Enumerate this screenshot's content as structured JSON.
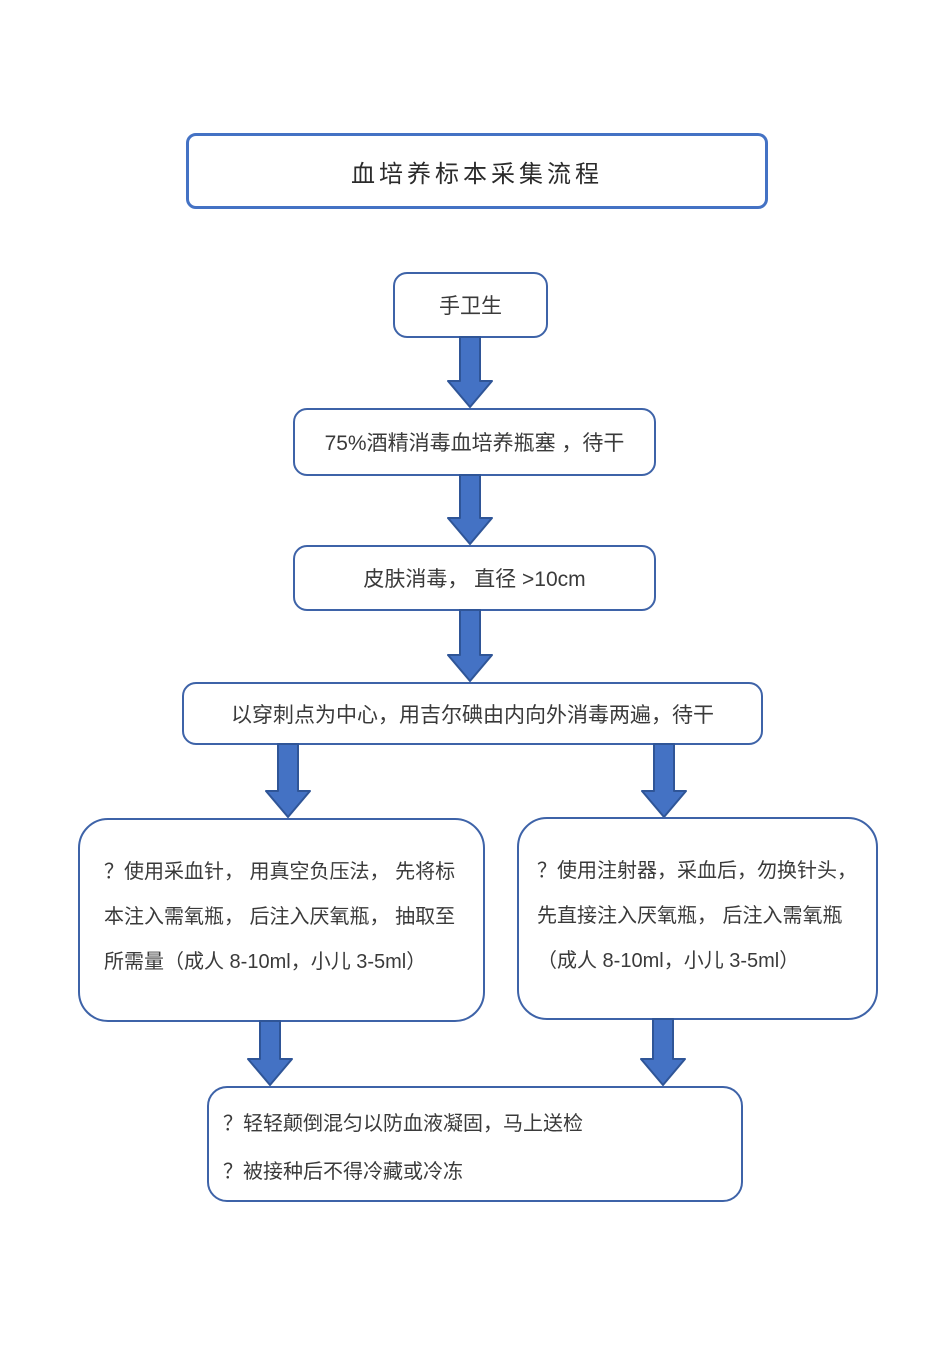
{
  "document": {
    "kind": "flowchart",
    "language": "zh-CN",
    "background_color": "#ffffff"
  },
  "colors": {
    "box_border": "#3E63A8",
    "title_border": "#4472C4",
    "arrow_fill": "#4472C4",
    "arrow_stroke": "#2F5597",
    "text": "#3a3a3a"
  },
  "title": {
    "text": "血培养标本采集流程"
  },
  "steps": {
    "hand_hygiene": {
      "text": "手卫生"
    },
    "alcohol_disinfect": {
      "text": "75%酒精消毒血培养瓶塞 ，待干"
    },
    "skin_disinfect": {
      "text": "皮肤消毒， 直径 >10cm"
    },
    "puncture_point": {
      "text": "以穿刺点为中心，用吉尔碘由内向外消毒两遍，待干"
    }
  },
  "branches": {
    "left": {
      "lines": [
        "？使用采血针， 用真空负压法， 先将标",
        "本注入需氧瓶， 后注入厌氧瓶， 抽取至",
        "所需量（成人 8-10ml，小儿 3-5ml）"
      ]
    },
    "right": {
      "lines": [
        "？使用注射器，采血后，勿换针头，",
        "先直接注入厌氧瓶， 后注入需氧瓶",
        "（成人 8-10ml，小儿 3-5ml）"
      ]
    }
  },
  "footer": {
    "lines": [
      "？轻轻颠倒混匀以防血液凝固，马上送检",
      "？被接种后不得冷藏或冷冻"
    ]
  },
  "icons": {
    "down_arrow": "block-down-arrow"
  }
}
